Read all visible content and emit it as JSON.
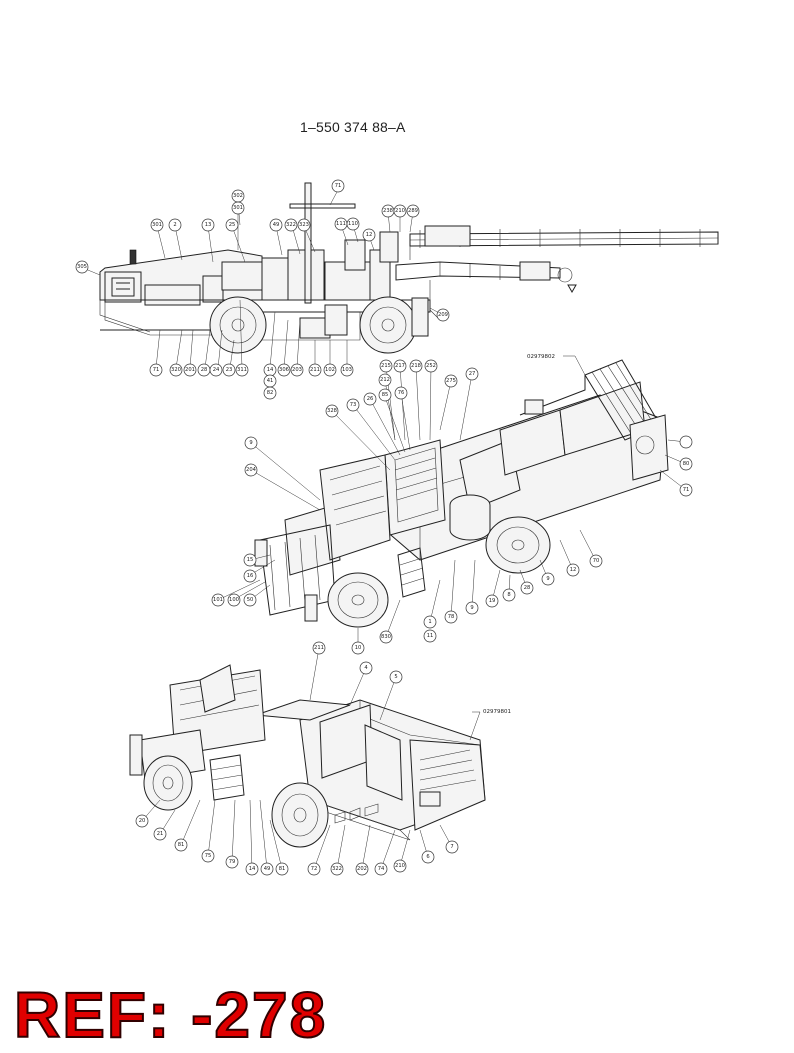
{
  "document": {
    "title": "1–550 374 88–A",
    "reference_stamp": "REF: -278"
  },
  "views": {
    "side_view": {
      "callouts": [
        "302",
        "301",
        "2",
        "13",
        "25",
        "49",
        "322",
        "323",
        "71",
        "111",
        "110",
        "12",
        "238",
        "210",
        "289",
        "305",
        "71",
        "320",
        "201",
        "28",
        "24",
        "23",
        "311",
        "14",
        "306",
        "203",
        "211",
        "102",
        "103",
        "209",
        "41",
        "82"
      ]
    },
    "front_iso_view": {
      "part_number": "02979802",
      "callouts": [
        "215",
        "217",
        "218",
        "252",
        "212",
        "275",
        "27",
        "328",
        "73",
        "26",
        "85",
        "76",
        "9",
        "204",
        "15",
        "16",
        "101",
        "100",
        "50",
        "10",
        "830",
        "1",
        "11",
        "78",
        "9",
        "19",
        "8",
        "28",
        "9",
        "12",
        "70",
        "71",
        "80"
      ]
    },
    "rear_iso_view": {
      "part_number": "02979801",
      "callouts": [
        "211",
        "4",
        "5",
        "20",
        "21",
        "81",
        "75",
        "79",
        "14",
        "49",
        "81",
        "72",
        "322",
        "202",
        "74",
        "210",
        "6",
        "7"
      ]
    }
  }
}
